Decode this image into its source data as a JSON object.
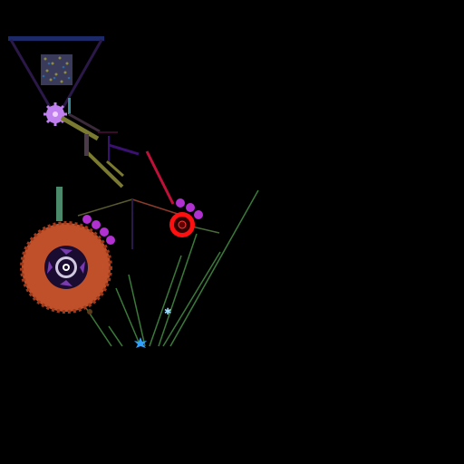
{
  "scene": {
    "background": "#000000",
    "colors": {
      "hopper": "#2a1848",
      "hopper_rim": "#1c2a6a",
      "balls_box": "#3a3a5a",
      "small_gear": "#c080f0",
      "ramp_olive": "#7a7a30",
      "ramp_dark": "#3a2a3a",
      "purple_wire": "#3a1070",
      "red_pole": "#c0103a",
      "red_gear": "#ff1010",
      "purple_balls": "#b030d0",
      "big_gear": "#c0502a",
      "big_gear_inner": "#1a0c30",
      "big_gear_blade": "#7a3ab0",
      "green_lines": "#3a7a3a",
      "spark": "#30a0ff",
      "teal_post": "#4a8a6a"
    },
    "objects": [
      {
        "name": "hopper",
        "interactable": true
      },
      {
        "name": "small-spinning-gear",
        "interactable": true
      },
      {
        "name": "olive-ramp",
        "interactable": true
      },
      {
        "name": "lever-seesaw",
        "interactable": true
      },
      {
        "name": "red-gear",
        "interactable": true
      },
      {
        "name": "big-orange-gear",
        "interactable": true
      },
      {
        "name": "green-rail-set",
        "interactable": false
      },
      {
        "name": "spark",
        "interactable": false
      }
    ]
  }
}
